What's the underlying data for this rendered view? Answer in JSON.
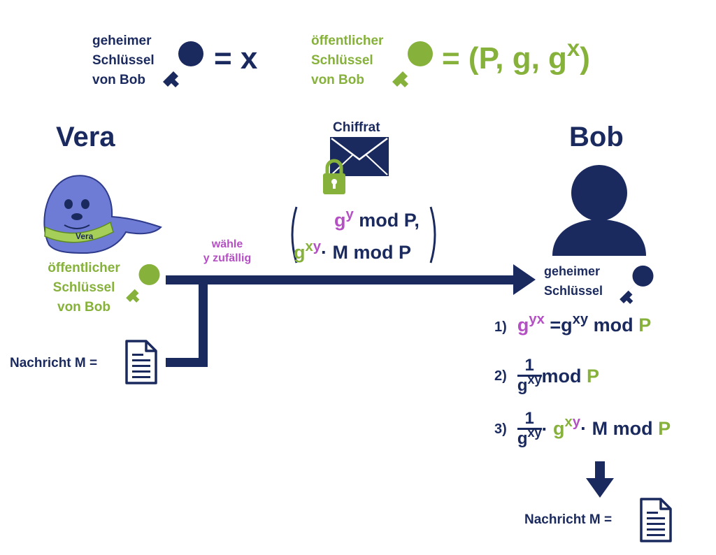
{
  "header": {
    "private_key_label": [
      "geheimer",
      "Schlüssel",
      "von Bob"
    ],
    "private_key_eq": "= x",
    "public_key_label": [
      "öffentlicher",
      "Schlüssel",
      "von Bob"
    ],
    "public_key_eq_start": "= (P, g, g",
    "public_key_eq_sup": "x",
    "public_key_eq_end": ")"
  },
  "vera": {
    "name": "Vera",
    "scarf_text": "Vera",
    "public_key_label": [
      "öffentlicher",
      "Schlüssel",
      "von Bob"
    ],
    "message_label": "Nachricht M ="
  },
  "channel": {
    "choose_label": [
      "wähle",
      "y zufällig"
    ],
    "ciphertext_label": "Chiffrat",
    "c1": {
      "base": "g",
      "exp": "y",
      "rest": "mod P",
      "sep": ","
    },
    "c2": {
      "base": "g",
      "exp_x": "x",
      "exp_y": "y",
      "dot": "·",
      "rest": "M mod P"
    }
  },
  "bob": {
    "name": "Bob",
    "secret_key_label": [
      "geheimer",
      "Schlüssel"
    ],
    "step1": {
      "num": "1)",
      "base": "g",
      "exp": "yx",
      "eq": "=g",
      "exp2": "xy",
      "mod": "mod",
      "p": "P"
    },
    "step2": {
      "num": "2)",
      "frac_num": "1",
      "frac_den_base": "g",
      "frac_den_exp": "xy",
      "mod": "mod",
      "p": "P"
    },
    "step3": {
      "num": "3)",
      "frac_num": "1",
      "frac_den_base": "g",
      "frac_den_exp": "xy",
      "dot": "·",
      "g": "g",
      "exp_x": "x",
      "exp_y": "y",
      "dot2": "·",
      "rest": "M mod",
      "p": "P"
    },
    "result_label": "Nachricht M ="
  },
  "colors": {
    "navy": "#1b2a5e",
    "green": "#86b13b",
    "purple": "#b54fc4",
    "seal": "#6f7cd6"
  }
}
